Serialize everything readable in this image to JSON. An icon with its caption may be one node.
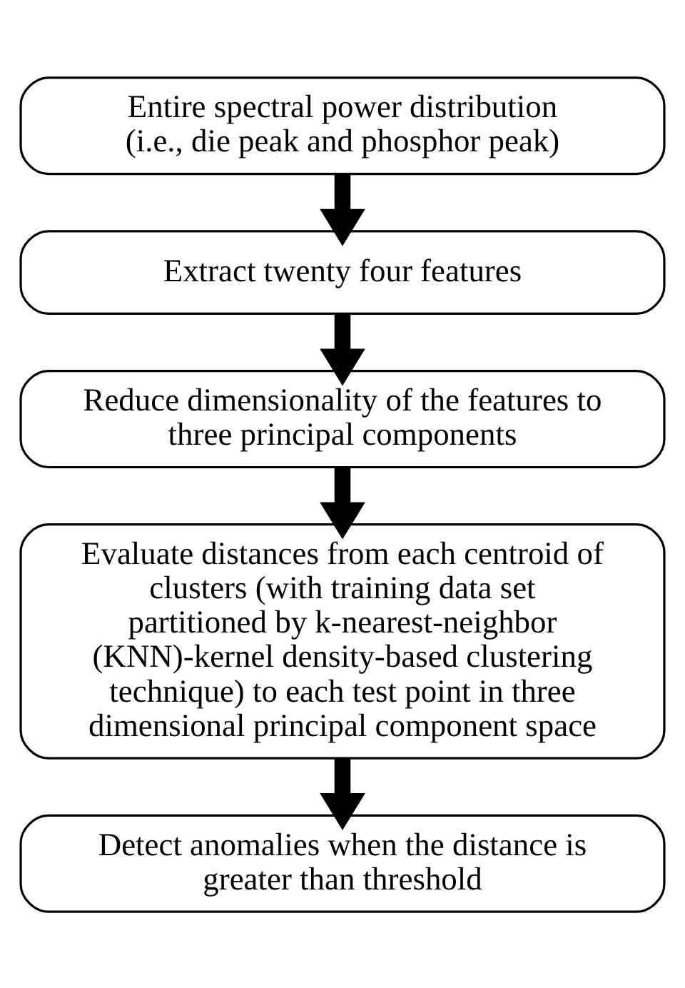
{
  "diagram": {
    "nodes": [
      {
        "text": [
          "Entire spectral power distribution (i.e., die peak and phosphor peak)"
        ]
      },
      {
        "text": [
          "Extract twenty four features"
        ]
      },
      {
        "text": [
          "Reduce dimensionality of the features to three principal components"
        ]
      },
      {
        "text": [
          "Evaluate distances from each centroid of clusters (with training data set partitioned by k-nearest-neighbor (KNN)-kernel density-based clustering technique) to each test point in three dimensional principal component space"
        ]
      },
      {
        "text": [
          "Detect anomalies when the distance is greater than threshold"
        ]
      }
    ],
    "edges": [
      {
        "from": 0,
        "to": 1,
        "arrow": "to"
      },
      {
        "from": 1,
        "to": 2,
        "arrow": "to"
      },
      {
        "from": 2,
        "to": 3,
        "arrow": "to"
      },
      {
        "from": 3,
        "to": 4,
        "arrow": "to"
      }
    ]
  }
}
